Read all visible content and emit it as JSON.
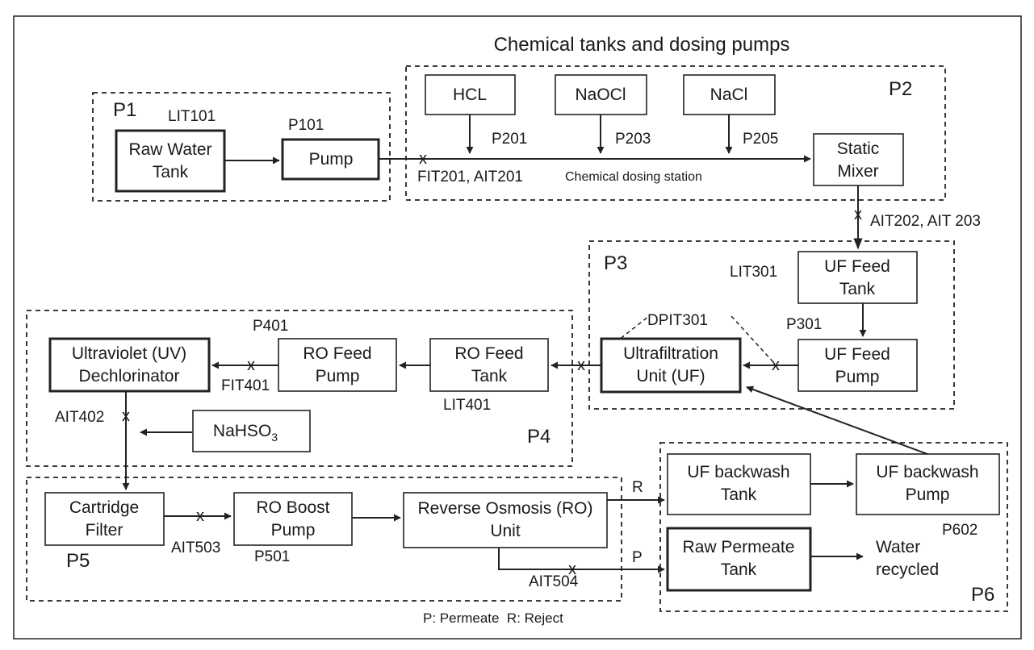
{
  "title": "Chemical tanks and dosing pumps",
  "zones": {
    "p1": "P1",
    "p2": "P2",
    "p3": "P3",
    "p4": "P4",
    "p5": "P5",
    "p6": "P6"
  },
  "boxes": {
    "raw_water_tank": [
      "Raw Water",
      "Tank"
    ],
    "pump_p101": [
      "Pump"
    ],
    "hcl": [
      "HCL"
    ],
    "naocl": [
      "NaOCl"
    ],
    "nacl": [
      "NaCl"
    ],
    "static_mixer": [
      "Static",
      "Mixer"
    ],
    "uf_feed_tank": [
      "UF Feed",
      "Tank"
    ],
    "uf_feed_pump": [
      "UF Feed",
      "Pump"
    ],
    "uf_unit": [
      "Ultrafiltration",
      "Unit (UF)"
    ],
    "ro_feed_tank": [
      "RO Feed",
      "Tank"
    ],
    "ro_feed_pump": [
      "RO Feed",
      "Pump"
    ],
    "uv_dechlorinator": [
      "Ultraviolet (UV)",
      "Dechlorinator"
    ],
    "nahso3": "NaHSO",
    "nahso3_sub": "3",
    "cartridge_filter": [
      "Cartridge",
      "Filter"
    ],
    "ro_boost_pump": [
      "RO Boost",
      "Pump"
    ],
    "ro_unit": [
      "Reverse Osmosis (RO)",
      "Unit"
    ],
    "uf_backwash_tank": [
      "UF backwash",
      "Tank"
    ],
    "uf_backwash_pump": [
      "UF backwash",
      "Pump"
    ],
    "raw_permeate_tank": [
      "Raw Permeate",
      "Tank"
    ],
    "water_recycled": [
      "Water",
      "recycled"
    ]
  },
  "sensors": {
    "lit101": "LIT101",
    "p101": "P101",
    "p201": "P201",
    "p203": "P203",
    "p205": "P205",
    "fit201_ait201": "FIT201, AIT201",
    "chemical_dosing_station": "Chemical dosing station",
    "ait202_ait203": "AIT202, AIT 203",
    "lit301": "LIT301",
    "p301": "P301",
    "dpit301": "DPIT301",
    "p401": "P401",
    "fit401": "FIT401",
    "lit401": "LIT401",
    "ait402": "AIT402",
    "ait503": "AIT503",
    "p501": "P501",
    "ait504": "AIT504",
    "p602": "P602",
    "r": "R",
    "p": "P"
  },
  "legend": "P: Permeate  R: Reject",
  "sensor_marker": "x"
}
